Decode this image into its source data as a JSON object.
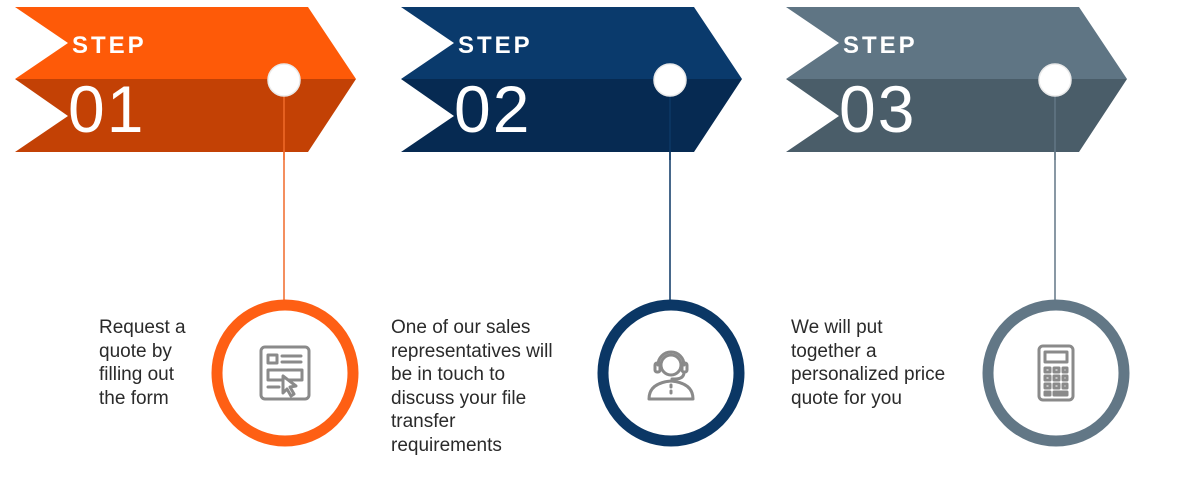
{
  "steps": [
    {
      "label": "STEP",
      "number": "01",
      "description_lines": [
        "Request a",
        "quote by",
        "filling out",
        "the form"
      ],
      "icon": "form-click-icon",
      "colors": {
        "top": "#fe5a08",
        "bottom": "#c34105",
        "ring": "#fe5f14",
        "line": "#f06a2a"
      }
    },
    {
      "label": "STEP",
      "number": "02",
      "description_lines": [
        "One of our sales",
        "representatives will",
        "be in touch to",
        "discuss your file",
        "transfer",
        "requirements"
      ],
      "icon": "headset-agent-icon",
      "colors": {
        "top": "#0a3a6c",
        "bottom": "#062a52",
        "ring": "#0b3765",
        "line": "#0b3765"
      }
    },
    {
      "label": "STEP",
      "number": "03",
      "description_lines": [
        "We will put",
        "together a",
        "personalized price",
        "quote for you"
      ],
      "icon": "calculator-icon",
      "colors": {
        "top": "#5f7584",
        "bottom": "#4a5d69",
        "ring": "#627786",
        "line": "#627786"
      }
    }
  ],
  "icon_color": "#8a8a8a"
}
